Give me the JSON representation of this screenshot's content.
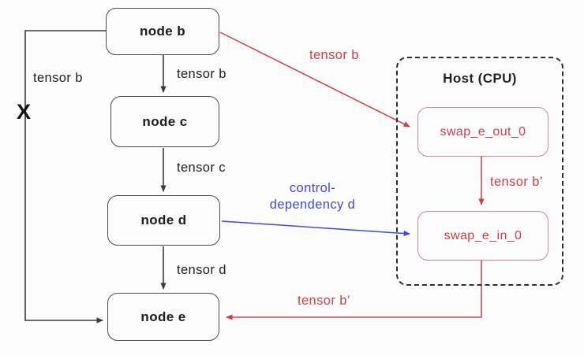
{
  "nodes": {
    "b": {
      "label": "node b"
    },
    "c": {
      "label": "node c"
    },
    "d": {
      "label": "node d"
    },
    "e": {
      "label": "node e"
    }
  },
  "host": {
    "title": "Host (CPU)",
    "swap_out_label": "swap_e_out_0",
    "swap_in_label": "swap_e_in_0"
  },
  "edge_labels": {
    "tensor_b_left": "tensor b",
    "tensor_b_mid": "tensor b",
    "tensor_c": "tensor c",
    "tensor_d": "tensor d",
    "tensor_b_red": "tensor b",
    "tensor_b_prime_upper": "tensor b’",
    "tensor_b_prime_lower": "tensor b’",
    "control_dependency_line1": "control-",
    "control_dependency_line2": "dependency d",
    "cut_mark": "X"
  },
  "colors": {
    "edge-black": "#3b3b3b",
    "edge-red": "#cf4049",
    "edge-blue": "#3f4bd0",
    "node-border": "#4b4b4b",
    "node-text": "#1d1d1d",
    "swap-border": "#d5878d",
    "swap-text": "#cb3f4b",
    "host-border": "#2e2e2e",
    "bg": "#fcfcfc"
  }
}
